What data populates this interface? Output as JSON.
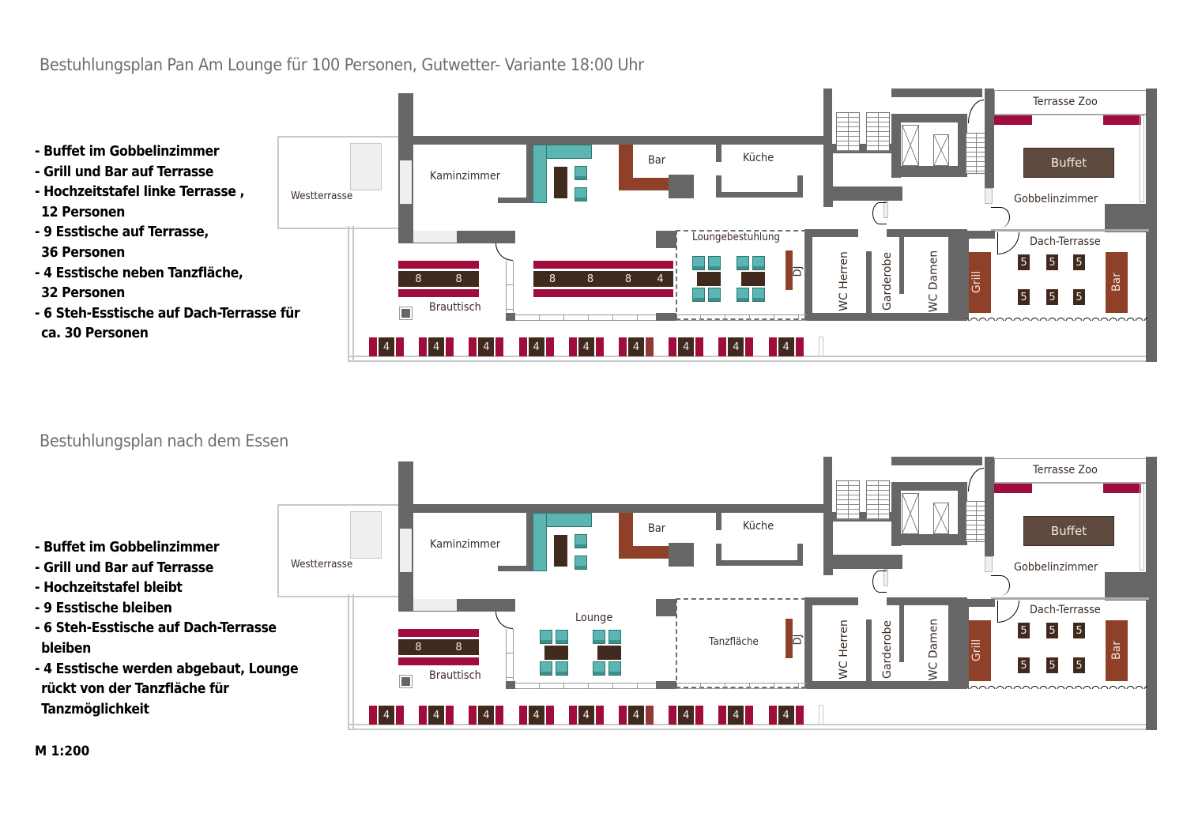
{
  "document": {
    "scale_label": "M 1:200"
  },
  "plans": [
    {
      "id": "plan-dinner",
      "title": "Bestuhlungsplan Pan Am Lounge für 100 Personen,  Gutwetter- Variante 18:00 Uhr",
      "notes": [
        {
          "text": "- Buffet im Gobbelinzimmer",
          "cont": []
        },
        {
          "text": "- Grill und Bar auf Terrasse",
          "cont": []
        },
        {
          "text": "- Hochzeitstafel linke Terrasse ,",
          "cont": [
            "12 Personen"
          ]
        },
        {
          "text": "- 9 Esstische auf Terrasse,",
          "cont": [
            "36 Personen"
          ]
        },
        {
          "text": "- 4 Esstische neben Tanzfläche,",
          "cont": [
            "32 Personen"
          ]
        },
        {
          "text": "- 6 Steh-Esstische auf Dach-Terrasse für",
          "cont": [
            "ca. 30 Personen"
          ]
        }
      ],
      "rooms": {
        "westterrasse": "Westterrasse",
        "kaminzimmer": "Kaminzimmer",
        "bar": "Bar",
        "kueche": "Küche",
        "terrasse_zoo": "Terrasse Zoo",
        "buffet": "Buffet",
        "gobbelinzimmer": "Gobbelinzimmer",
        "dach_terrasse": "Dach-Terrasse",
        "center_area": "Loungebestuhlung",
        "wc_herren": "WC Herren",
        "garderobe": "Garderobe",
        "wc_damen": "WC Damen",
        "grill": "Grill",
        "bar_terrace": "Bar",
        "dj": "DJ",
        "brauttisch": "Brauttisch"
      },
      "lounge_position": "center-area",
      "has_side_tables": true,
      "brauttisch_seats": [
        "8",
        "8"
      ],
      "side_table_seats": [
        "8",
        "8",
        "8",
        "4"
      ],
      "terrace_table_seats": [
        "4",
        "4",
        "4",
        "4",
        "4",
        "4",
        "4",
        "4",
        "4"
      ],
      "standing_table_seats": [
        "5",
        "5",
        "5",
        "5",
        "5",
        "5"
      ]
    },
    {
      "id": "plan-after-dinner",
      "title": "Bestuhlungsplan nach dem Essen",
      "notes": [
        {
          "text": "- Buffet im Gobbelinzimmer",
          "cont": []
        },
        {
          "text": "- Grill und Bar auf Terrasse",
          "cont": []
        },
        {
          "text": "- Hochzeitstafel bleibt",
          "cont": []
        },
        {
          "text": "- 9 Esstische bleiben",
          "cont": []
        },
        {
          "text": "- 6 Steh-Esstische auf Dach-Terrasse",
          "cont": [
            "bleiben"
          ]
        },
        {
          "text": "- 4 Esstische werden abgebaut, Lounge",
          "cont": [
            "rückt von der Tanzfläche für",
            "Tanzmöglichkeit"
          ]
        }
      ],
      "rooms": {
        "westterrasse": "Westterrasse",
        "kaminzimmer": "Kaminzimmer",
        "bar": "Bar",
        "kueche": "Küche",
        "terrasse_zoo": "Terrasse Zoo",
        "buffet": "Buffet",
        "gobbelinzimmer": "Gobbelinzimmer",
        "dach_terrasse": "Dach-Terrasse",
        "center_area": "Tanzfläche",
        "lounge": "Lounge",
        "wc_herren": "WC Herren",
        "garderobe": "Garderobe",
        "wc_damen": "WC Damen",
        "grill": "Grill",
        "bar_terrace": "Bar",
        "dj": "DJ",
        "brauttisch": "Brauttisch"
      },
      "lounge_position": "left-area",
      "has_side_tables": false,
      "brauttisch_seats": [
        "8",
        "8"
      ],
      "side_table_seats": [],
      "terrace_table_seats": [
        "4",
        "4",
        "4",
        "4",
        "4",
        "4",
        "4",
        "4",
        "4"
      ],
      "standing_table_seats": [
        "5",
        "5",
        "5",
        "5",
        "5",
        "5"
      ]
    }
  ],
  "colors": {
    "wall": "#666666",
    "table": "#402a1e",
    "bench": "#a00c3c",
    "lounge_chair": "#5bb5b0",
    "bar_counter": "#8f4029",
    "buffet": "#5e4a3e",
    "title_text": "#6d6d6d"
  }
}
